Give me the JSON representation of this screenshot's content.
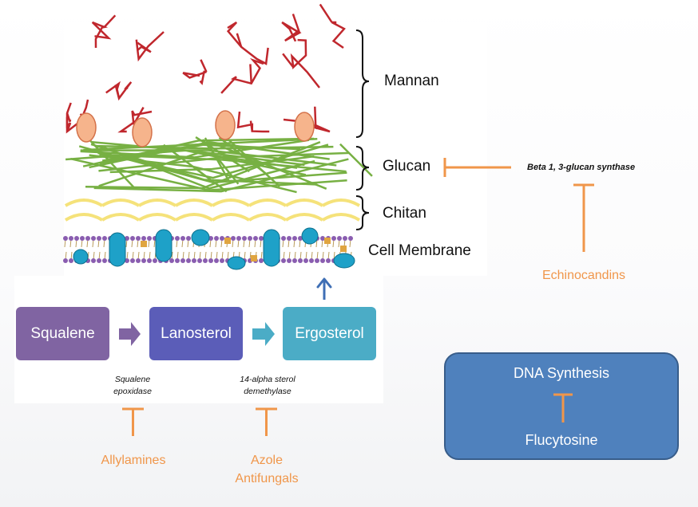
{
  "layers": [
    {
      "label": "Mannan"
    },
    {
      "label": "Glucan"
    },
    {
      "label": "Chitan"
    },
    {
      "label": "Cell Membrane"
    }
  ],
  "pathway": {
    "steps": [
      {
        "label": "Squalene",
        "color": "#8064a2"
      },
      {
        "label": "Lanosterol",
        "color": "#5b5db8"
      },
      {
        "label": "Ergosterol",
        "color": "#4bacc6"
      }
    ],
    "enzymes": [
      {
        "label": "Squalene\nepoxidase"
      },
      {
        "label": "14-alpha sterol\ndemethylase"
      }
    ],
    "drugs": [
      {
        "label": "Allylamines"
      },
      {
        "label": "Azole\nAntifungals"
      }
    ]
  },
  "glucan_target": {
    "enzyme": "Beta 1, 3-glucan synthase",
    "drug": "Echinocandins"
  },
  "dna": {
    "process": "DNA Synthesis",
    "drug": "Flucytosine"
  },
  "colors": {
    "inhibitor": "#f0964a",
    "mannan": "#c0272d",
    "glucan": "#77b043",
    "chitan": "#f5e27a",
    "protein": "#1ea1c8",
    "lipid_head": "#8a5db0",
    "arrow_up": "#3f6fb5"
  }
}
